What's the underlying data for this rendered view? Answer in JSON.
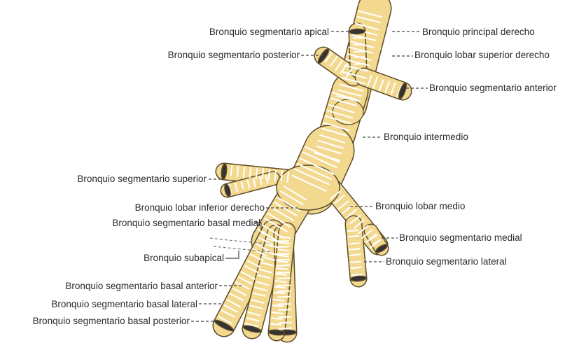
{
  "diagram": {
    "colors": {
      "cartilage": "#f3d98f",
      "membrane": "#ffffff",
      "outline": "#5a4a2a",
      "leader": "#444444",
      "lumen": "#333333"
    },
    "labels": {
      "apical": "Bronquio segmentario apical",
      "principal": "Bronquio principal derecho",
      "posterior": "Bronquio segmentario posterior",
      "lobar_superior": "Bronquio lobar superior derecho",
      "anterior": "Bronquio segmentario anterior",
      "intermedio": "Bronquio intermedio",
      "superior": "Bronquio segmentario superior",
      "lobar_inferior": "Bronquio lobar inferior derecho",
      "lobar_medio": "Bronquio lobar medio",
      "basal_medial": "Bronquio segmentario basal medial",
      "medial": "Bronquio segmentario medial",
      "subapical": "Bronquio subapical",
      "lateral": "Bronquio segmentario lateral",
      "basal_anterior": "Bronquio segmentario basal anterior",
      "basal_lateral": "Bronquio segmentario basal lateral",
      "basal_posterior": "Bronquio segmentario basal posterior"
    }
  }
}
